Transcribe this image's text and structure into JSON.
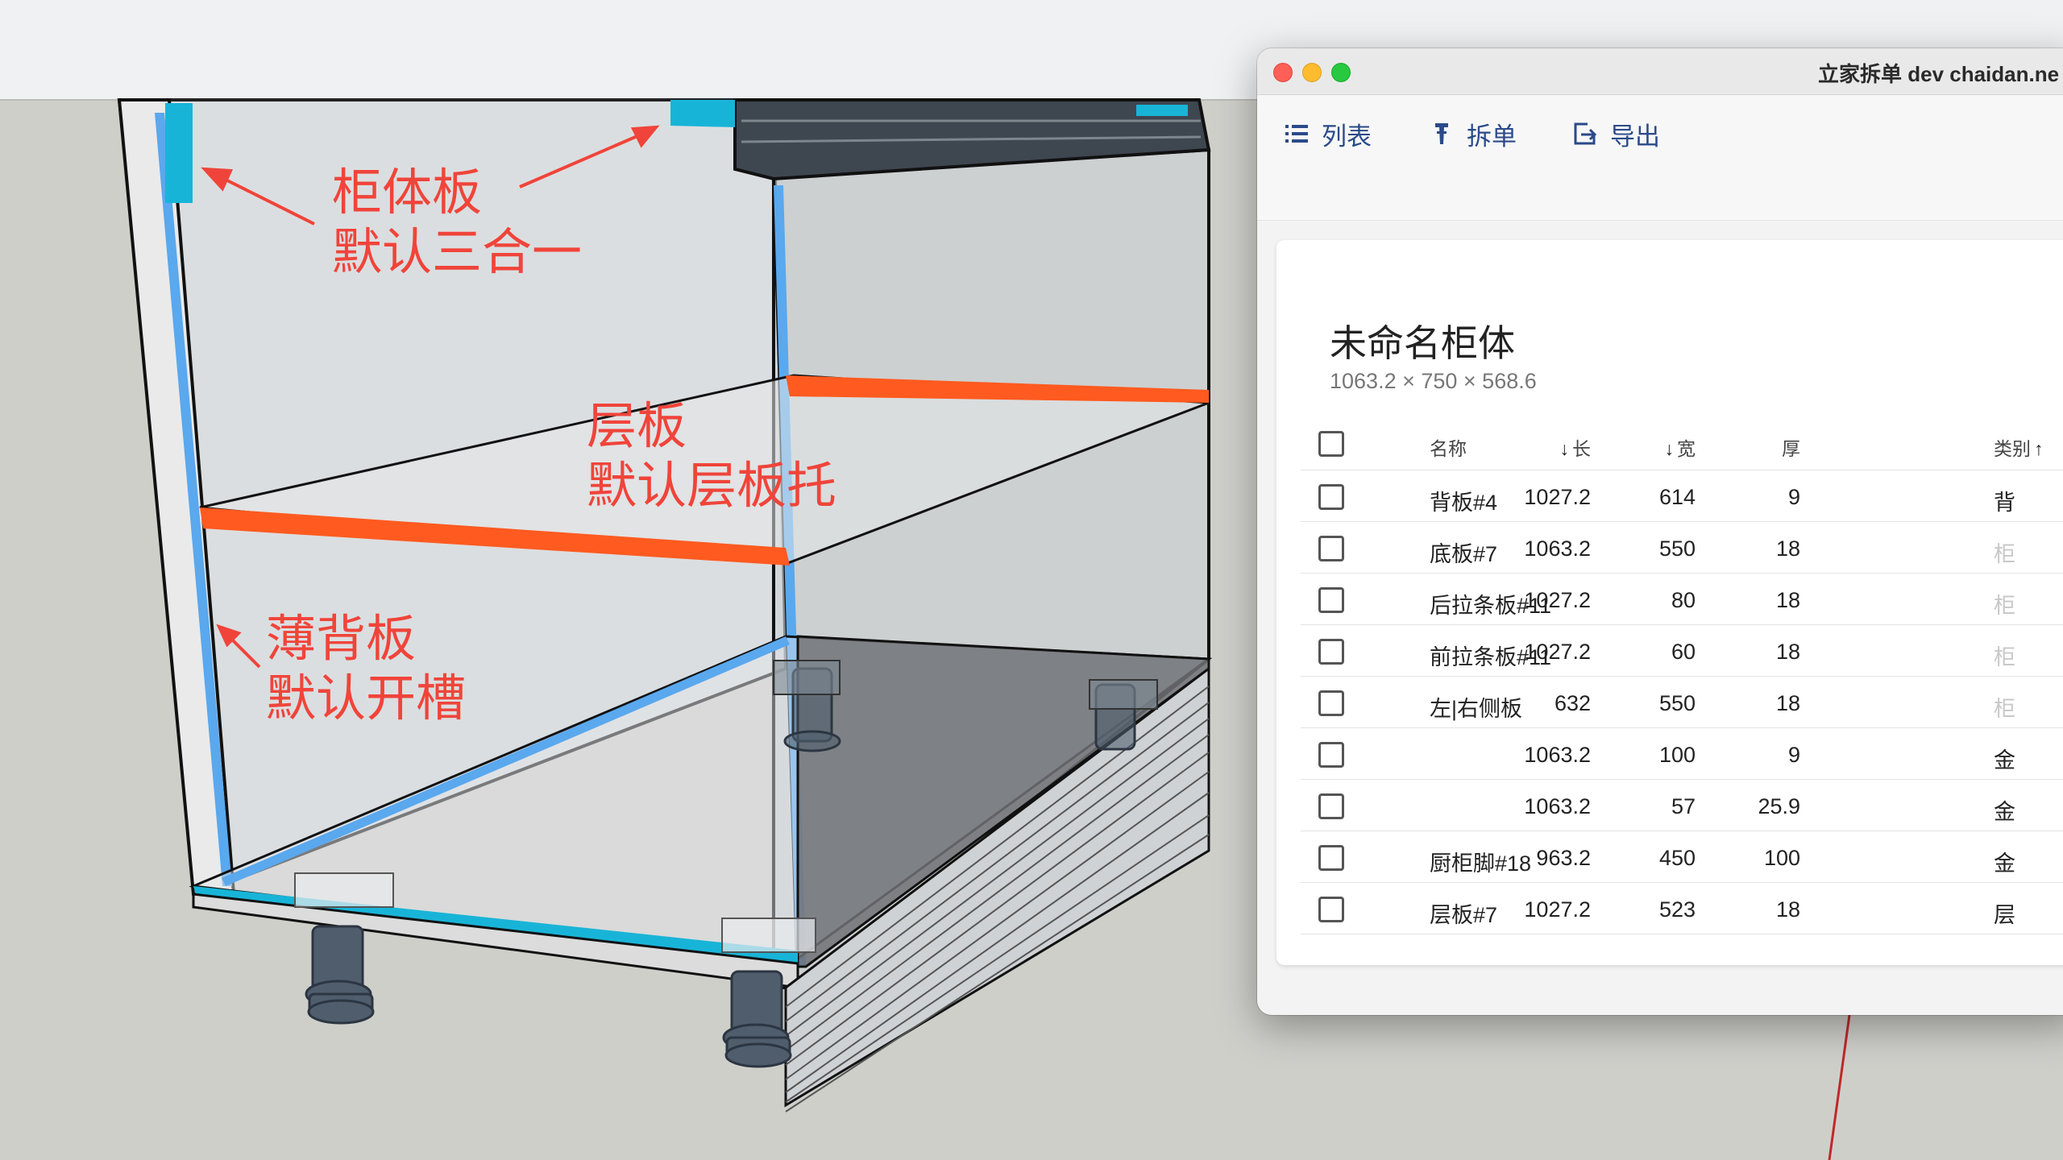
{
  "annotations": {
    "cabinet_panel": [
      "柜体板",
      "默认三合一"
    ],
    "shelf": [
      "层板",
      "默认层板托"
    ],
    "back_panel": [
      "薄背板",
      "默认开槽"
    ]
  },
  "window": {
    "title": "立家拆单 dev  chaidan.ne",
    "toolbar": {
      "list_label": "列表",
      "split_label": "拆单",
      "export_label": "导出"
    }
  },
  "cabinet": {
    "name": "未命名柜体",
    "dimensions": "1063.2 × 750 × 568.6"
  },
  "table": {
    "headers": {
      "name": "名称",
      "length": "长",
      "width": "宽",
      "thickness": "厚",
      "category": "类别",
      "length_sort_icon": "arrow-down-icon",
      "width_sort_icon": "arrow-down-icon",
      "category_sort_icon": "arrow-up-icon"
    },
    "rows": [
      {
        "name": "背板#4",
        "length": "1027.2",
        "width": "614",
        "thickness": "9",
        "category": "背",
        "category_muted": false
      },
      {
        "name": "底板#7",
        "length": "1063.2",
        "width": "550",
        "thickness": "18",
        "category": "柜",
        "category_muted": true
      },
      {
        "name": "后拉条板#11",
        "length": "1027.2",
        "width": "80",
        "thickness": "18",
        "category": "柜",
        "category_muted": true
      },
      {
        "name": "前拉条板#11",
        "length": "1027.2",
        "width": "60",
        "thickness": "18",
        "category": "柜",
        "category_muted": true
      },
      {
        "name": "左|右侧板",
        "length": "632",
        "width": "550",
        "thickness": "18",
        "category": "柜",
        "category_muted": true
      },
      {
        "name": "",
        "length": "1063.2",
        "width": "100",
        "thickness": "9",
        "category": "金",
        "category_muted": false
      },
      {
        "name": "",
        "length": "1063.2",
        "width": "57",
        "thickness": "25.9",
        "category": "金",
        "category_muted": false
      },
      {
        "name": "厨柜脚#18",
        "length": "963.2",
        "width": "450",
        "thickness": "100",
        "category": "金",
        "category_muted": false
      },
      {
        "name": "层板#7",
        "length": "1027.2",
        "width": "523",
        "thickness": "18",
        "category": "层",
        "category_muted": false
      }
    ]
  },
  "colors": {
    "annotation_red": "#f0443a",
    "shelf_orange": "#ff5a1f",
    "edge_cyan": "#18b4d8",
    "back_panel_blue": "#5aa8ee"
  }
}
